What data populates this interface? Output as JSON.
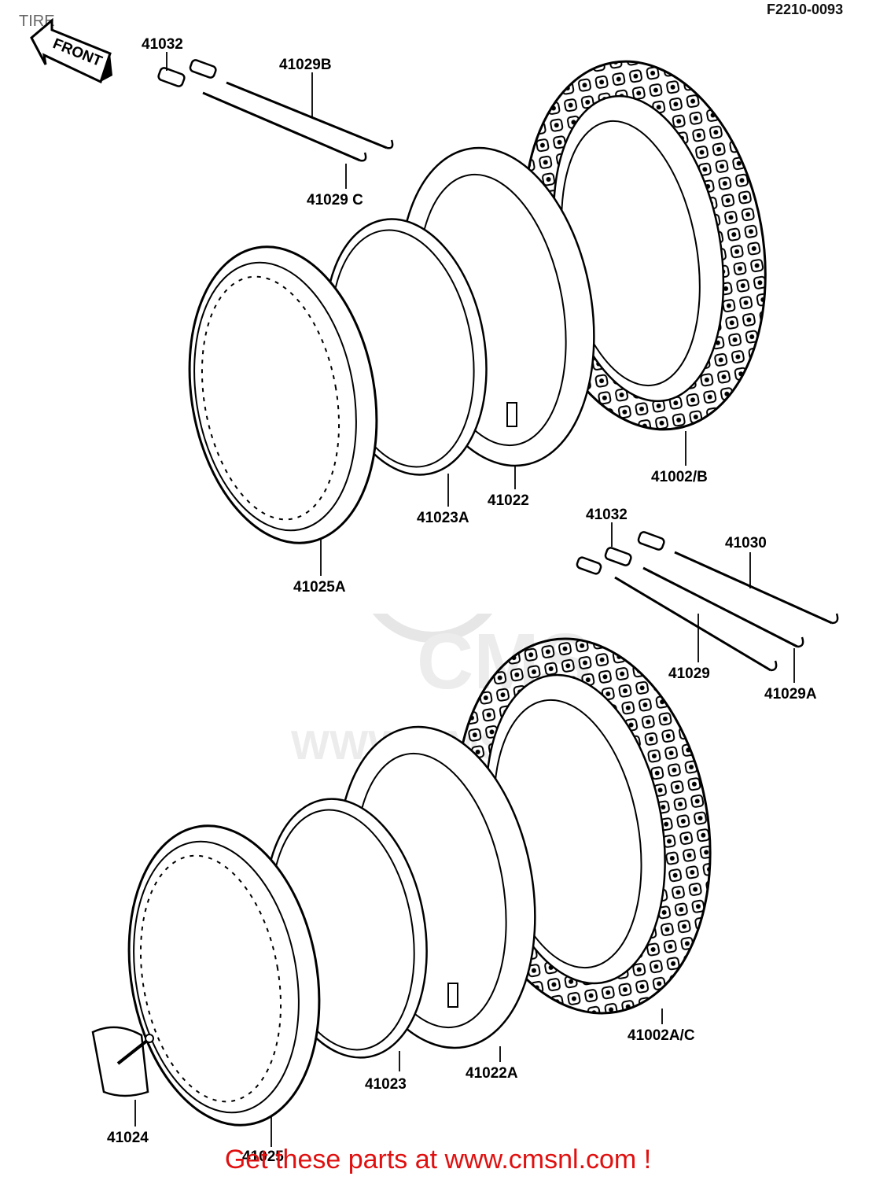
{
  "header": {
    "title": "TIRE",
    "code": "F2210-0093"
  },
  "front_arrow": {
    "label": "FRONT"
  },
  "watermark": {
    "brand": "CMS",
    "url": "WWW.CMSNL.COM"
  },
  "footer": {
    "text": "Get these parts at www.cmsnl.com !"
  },
  "labels": {
    "p41032_top": "41032",
    "p41029B": "41029B",
    "p41029C": "41029 C",
    "p41002B": "41002/B",
    "p41022": "41022",
    "p41023A": "41023A",
    "p41025A": "41025A",
    "p41032_mid": "41032",
    "p41030": "41030",
    "p41029": "41029",
    "p41029A": "41029A",
    "p41002AC": "41002A/C",
    "p41022A": "41022A",
    "p41023": "41023",
    "p41024": "41024",
    "p41025": "41025"
  }
}
